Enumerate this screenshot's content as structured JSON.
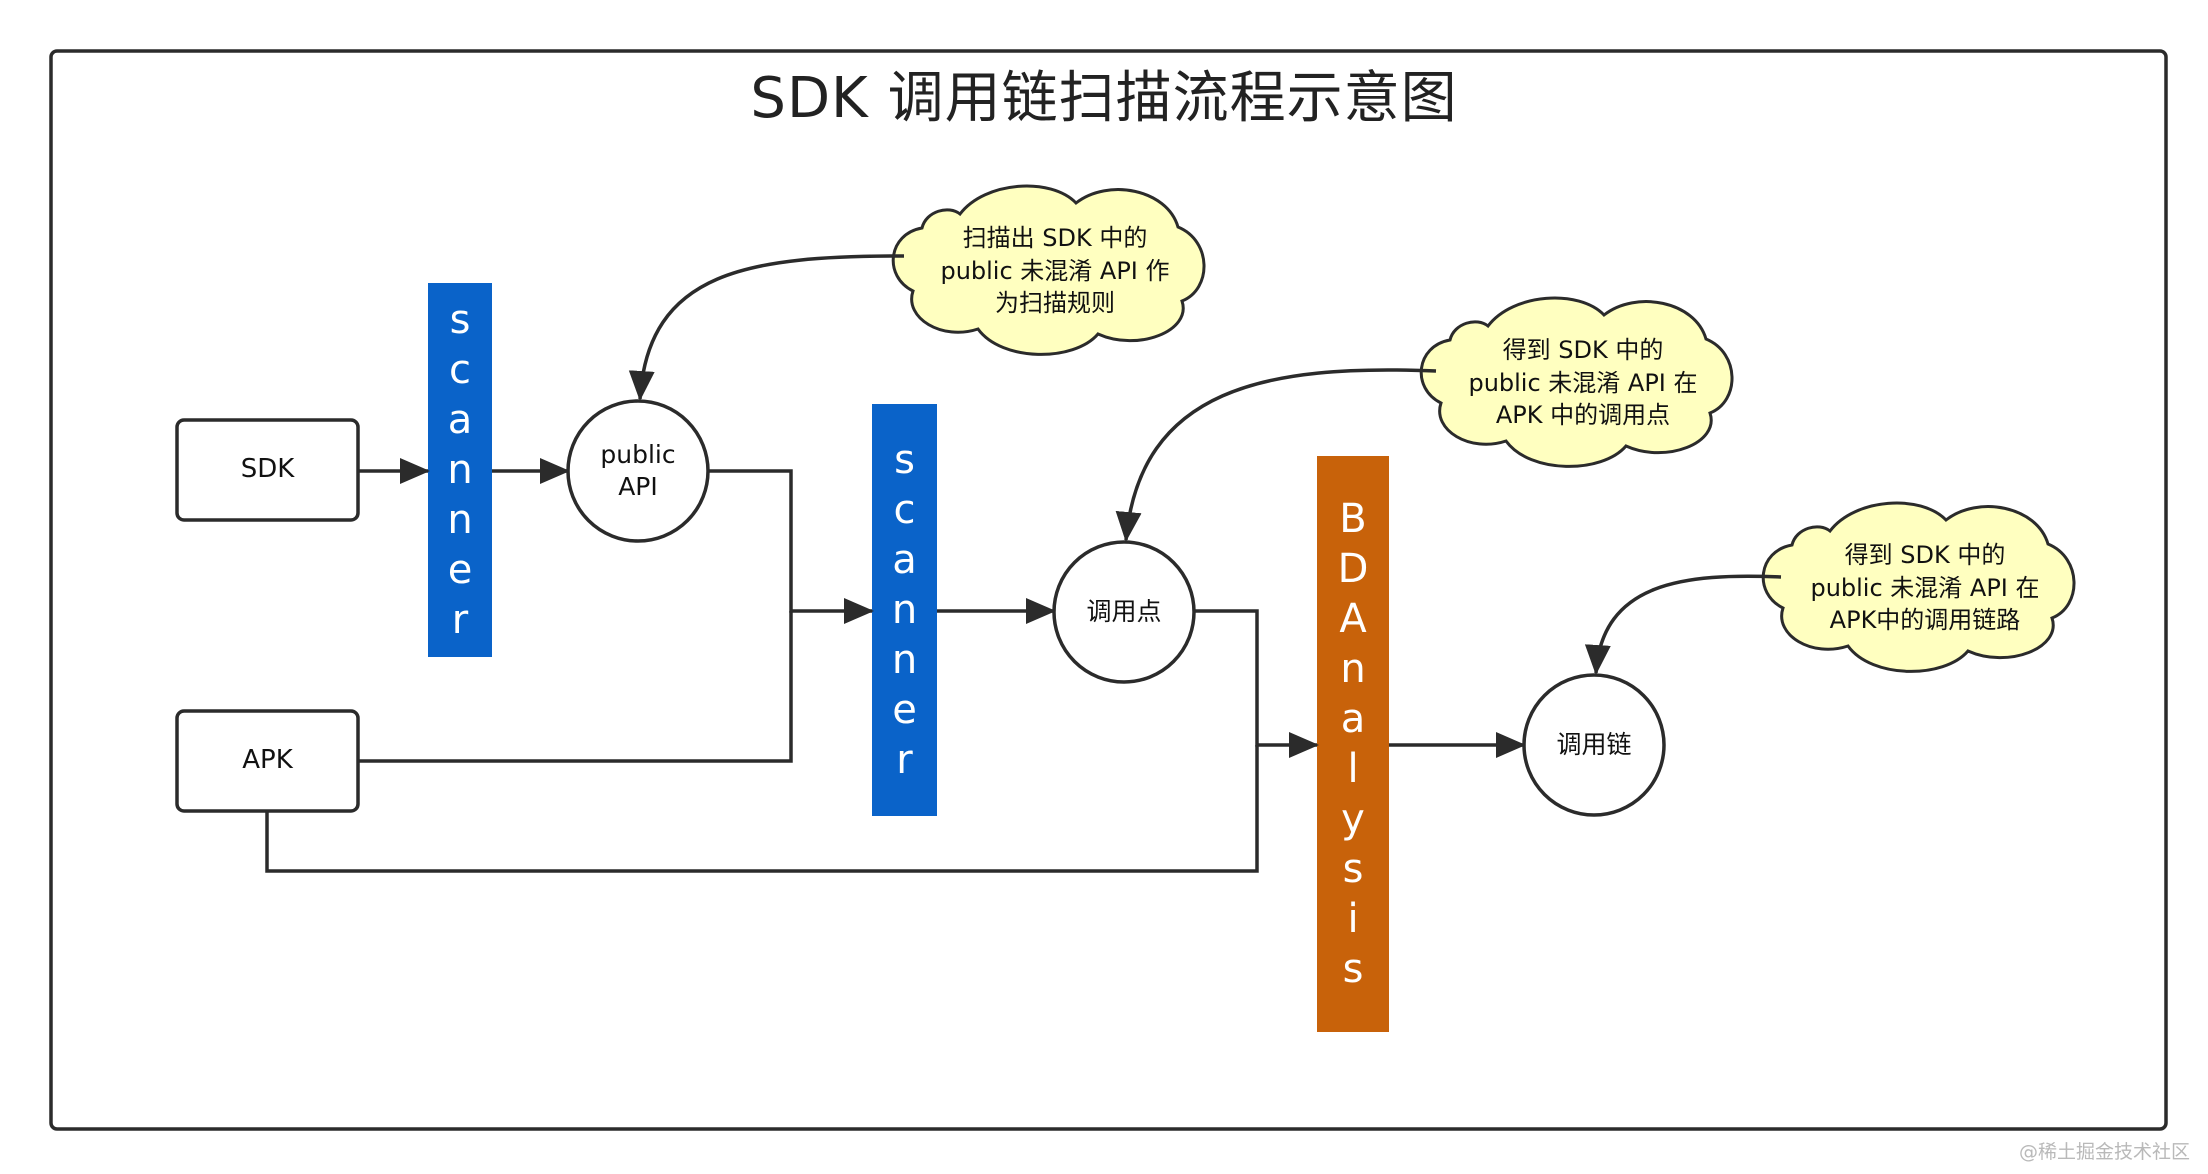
{
  "title": "SDK 调用链扫描流程示意图",
  "colors": {
    "scanner": "#0a63c9",
    "analysis": "#c8620a",
    "cloud_fill": "#ffffc0",
    "stroke": "#2b2b2b"
  },
  "nodes": {
    "sdk": "SDK",
    "apk": "APK",
    "public_api": "public\nAPI",
    "call_point": "调用点",
    "call_chain": "调用链"
  },
  "bars": {
    "scanner_1": "scanner",
    "scanner_2": "scanner",
    "analysis": "BDAnalysis"
  },
  "notes": {
    "scan_rule": "扫描出 SDK 中的\npublic 未混淆 API 作\n为扫描规则",
    "call_point": "得到 SDK 中的\npublic 未混淆 API 在\nAPK 中的调用点",
    "call_chain": "得到 SDK 中的\npublic 未混淆 API 在\nAPK中的调用链路"
  },
  "watermark": "@稀土掘金技术社区"
}
